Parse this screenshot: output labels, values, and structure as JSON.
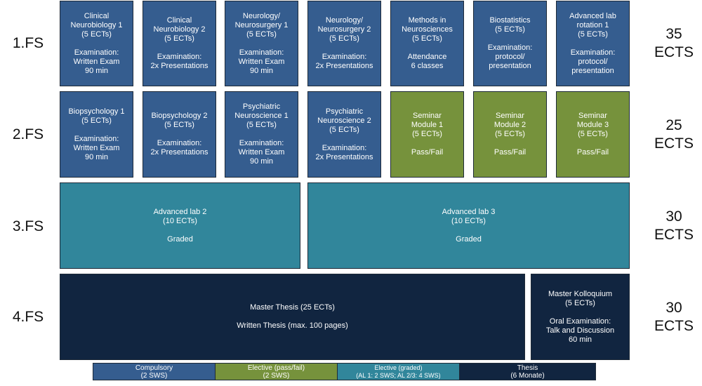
{
  "colors": {
    "compulsory": "#355d8f",
    "elective_pass_fail": "#76923c",
    "elective_graded": "#31869b",
    "thesis": "#112540"
  },
  "semesters": [
    {
      "label": "1.FS",
      "ects": "35\nECTS",
      "modules": [
        {
          "text": "Clinical\nNeurobiology 1\n(5 ECTs)\n\nExamination:\nWritten Exam\n90 min",
          "type": "compulsory"
        },
        {
          "text": "Clinical\nNeurobiology 2\n(5 ECTs)\n\nExamination:\n2x Presentations",
          "type": "compulsory"
        },
        {
          "text": "Neurology/\nNeurosurgery 1\n(5 ECTs)\n\nExamination:\nWritten Exam\n90 min",
          "type": "compulsory"
        },
        {
          "text": "Neurology/\nNeurosurgery 2\n(5 ECTs)\n\nExamination:\n2x Presentations",
          "type": "compulsory"
        },
        {
          "text": "Methods in\nNeurosciences\n(5 ECTs)\n\nAttendance\n6 classes",
          "type": "compulsory"
        },
        {
          "text": "Biostatistics\n(5 ECTs)\n\nExamination:\nprotocol/\npresentation",
          "type": "compulsory"
        },
        {
          "text": "Advanced lab\nrotation 1\n(5 ECTs)\n\nExamination:\nprotocol/\npresentation",
          "type": "compulsory"
        }
      ]
    },
    {
      "label": "2.FS",
      "ects": "25\nECTS",
      "modules": [
        {
          "text": "Biopsychology 1\n(5 ECTs)\n\nExamination:\nWritten Exam\n90 min",
          "type": "compulsory"
        },
        {
          "text": "Biopsychology 2\n(5 ECTs)\n\nExamination:\n2x Presentations",
          "type": "compulsory"
        },
        {
          "text": "Psychiatric\nNeuroscience 1\n(5 ECTs)\n\nExamination:\nWritten Exam\n90 min",
          "type": "compulsory"
        },
        {
          "text": "Psychiatric\nNeuroscience 2\n(5 ECTs)\n\nExamination:\n2x Presentations",
          "type": "compulsory"
        },
        {
          "text": "Seminar\nModule 1\n(5 ECTs)\n\nPass/Fail",
          "type": "elective_pass_fail"
        },
        {
          "text": "Seminar\nModule 2\n(5 ECTs)\n\nPass/Fail",
          "type": "elective_pass_fail"
        },
        {
          "text": "Seminar\nModule 3\n(5 ECTs)\n\nPass/Fail",
          "type": "elective_pass_fail"
        }
      ]
    },
    {
      "label": "3.FS",
      "ects": "30\nECTS",
      "modules": [
        {
          "text": "Advanced lab 2\n(10 ECTs)\n\nGraded",
          "type": "elective_graded"
        },
        {
          "text": "Advanced lab 3\n(10 ECTs)\n\nGraded",
          "type": "elective_graded"
        }
      ]
    },
    {
      "label": "4.FS",
      "ects": "30\nECTS",
      "modules": [
        {
          "text": "Master Thesis (25 ECTs)\n\nWritten Thesis (max. 100 pages)",
          "type": "thesis"
        },
        {
          "text": "Master Kolloquium\n(5 ECTs)\n\nOral Examination:\nTalk and Discussion\n60 min",
          "type": "thesis"
        }
      ]
    }
  ],
  "legend": [
    {
      "text": "Compulsory\n(2 SWS)",
      "type": "compulsory"
    },
    {
      "text": "Elective (pass/fail)\n(2 SWS)",
      "type": "elective_pass_fail"
    },
    {
      "text": "Elective (graded)\n(AL 1: 2 SWS; AL 2/3: 4 SWS)",
      "type": "elective_graded"
    },
    {
      "text": "Thesis\n(6 Monate)",
      "type": "thesis"
    }
  ]
}
